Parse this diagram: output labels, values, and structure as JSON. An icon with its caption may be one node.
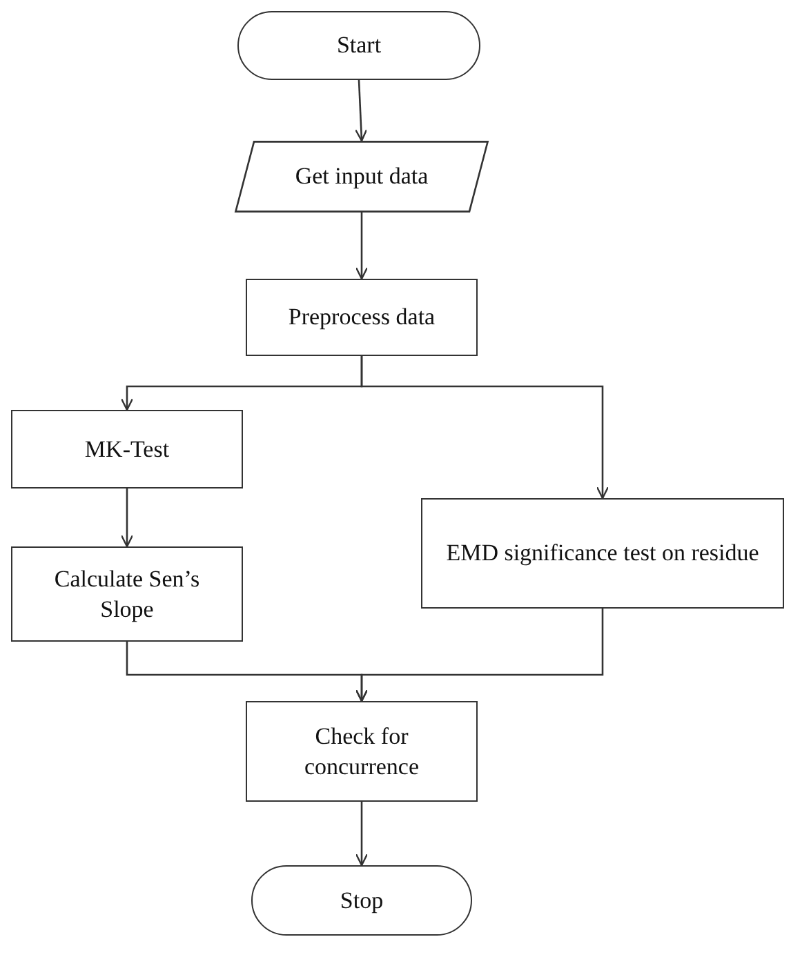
{
  "diagram": {
    "nodes": [
      {
        "text": [
          "Start"
        ]
      },
      {
        "text": [
          "Get input data"
        ]
      },
      {
        "text": [
          "Preprocess data"
        ]
      },
      {
        "text": [
          "MK-Test"
        ]
      },
      {
        "text": [
          "Calculate Sen’s Slope"
        ]
      },
      {
        "text": [
          "EMD significance test on residue"
        ]
      },
      {
        "text": [
          "Check for concurrence"
        ]
      },
      {
        "text": [
          "Stop"
        ]
      }
    ],
    "edges": [
      {
        "from": 0,
        "to": 1,
        "arrow": "to"
      },
      {
        "from": 1,
        "to": 2,
        "arrow": "to"
      },
      {
        "from": 2,
        "to": 3,
        "arrow": "to"
      },
      {
        "from": 2,
        "to": 5,
        "arrow": "to"
      },
      {
        "from": 3,
        "to": 4,
        "arrow": "to"
      },
      {
        "from": 4,
        "to": 6,
        "arrow": "to"
      },
      {
        "from": 5,
        "to": 6,
        "arrow": "to"
      },
      {
        "from": 6,
        "to": 7,
        "arrow": "to"
      }
    ]
  }
}
